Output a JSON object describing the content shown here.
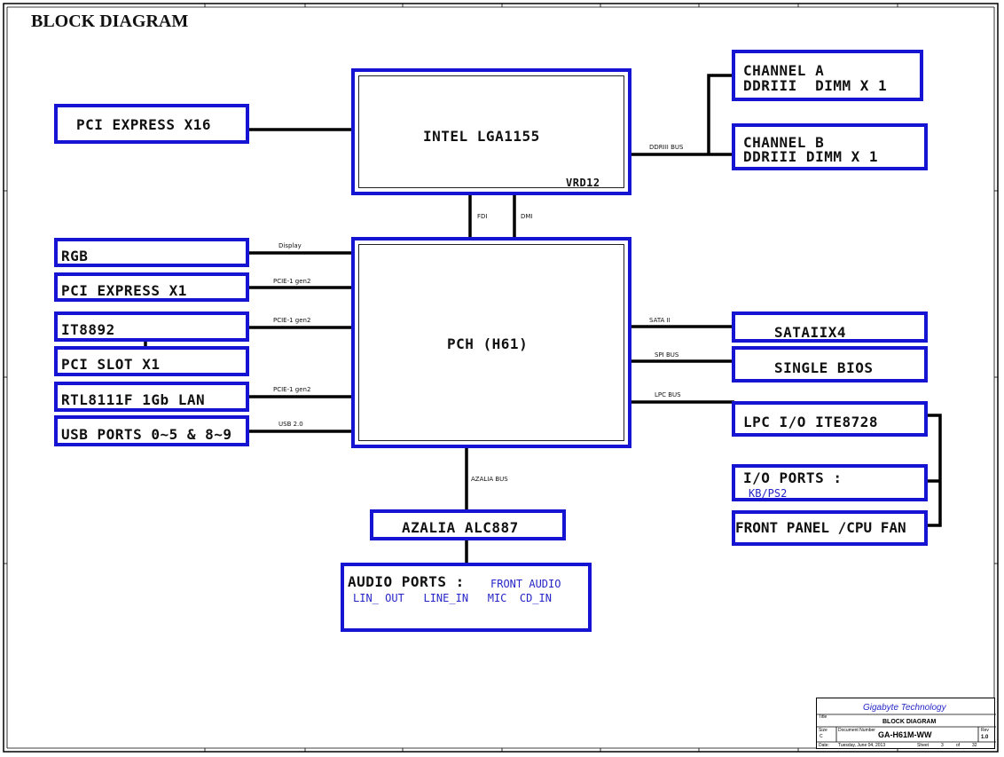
{
  "title": "BLOCK DIAGRAM",
  "blocks": {
    "cpu": "INTEL LGA1155",
    "vrd": "VRD12",
    "pci_x16": "PCI EXPRESS X16",
    "ch_a_l1": "CHANNEL A",
    "ch_a_l2": "DDRIII  DIMM X 1",
    "ch_b_l1": "CHANNEL B",
    "ch_b_l2": "DDRIII DIMM X 1",
    "rgb": "RGB",
    "pci_x1": "PCI EXPRESS X1",
    "it8892": "IT8892",
    "pci_slot": "PCI SLOT X1",
    "lan": "RTL8111F 1Gb LAN",
    "usb": "USB PORTS 0~5 & 8~9",
    "pch": "PCH (H61)",
    "sata": "SATAIIX4",
    "bios": "SINGLE BIOS",
    "lpc": "LPC I/O ITE8728",
    "io_ports": "I/O PORTS :",
    "io_sub": "KB/PS2",
    "front_panel": "FRONT PANEL /CPU FAN",
    "azalia": "AZALIA ALC887",
    "audio_ports": "AUDIO PORTS :",
    "audio_front": "FRONT AUDIO",
    "audio_sub": "LIN_ OUT   LINE_IN   MIC  CD_IN"
  },
  "buses": {
    "ddr": "DDRIII BUS",
    "fdi": "FDI",
    "dmi": "DMI",
    "display": "Display",
    "pcie1": "PCIE-1 gen2",
    "pcie2": "PCIE-1 gen2",
    "pcie3": "PCIE-1 gen2",
    "usb": "USB 2.0",
    "sata": "SATA II",
    "spi": "SPI BUS",
    "lpc": "LPC BUS",
    "azalia": "AZALIA BUS"
  },
  "title_block": {
    "company": "Gigabyte Technology",
    "title_label": "Title",
    "title": "BLOCK DIAGRAM",
    "size_label": "Size",
    "size": "C",
    "doc_label": "Document Number",
    "doc": "GA-H61M-WW",
    "rev_label": "Rev",
    "rev": "1.0",
    "date_label": "Date:",
    "date": "Tuesday, June 04, 2013",
    "sheet_label": "Sheet",
    "sheet": "3",
    "of_label": "of",
    "total": "32"
  },
  "colors": {
    "block_border": "#1414d2",
    "line": "#000000",
    "accent_text": "#2626c8"
  }
}
